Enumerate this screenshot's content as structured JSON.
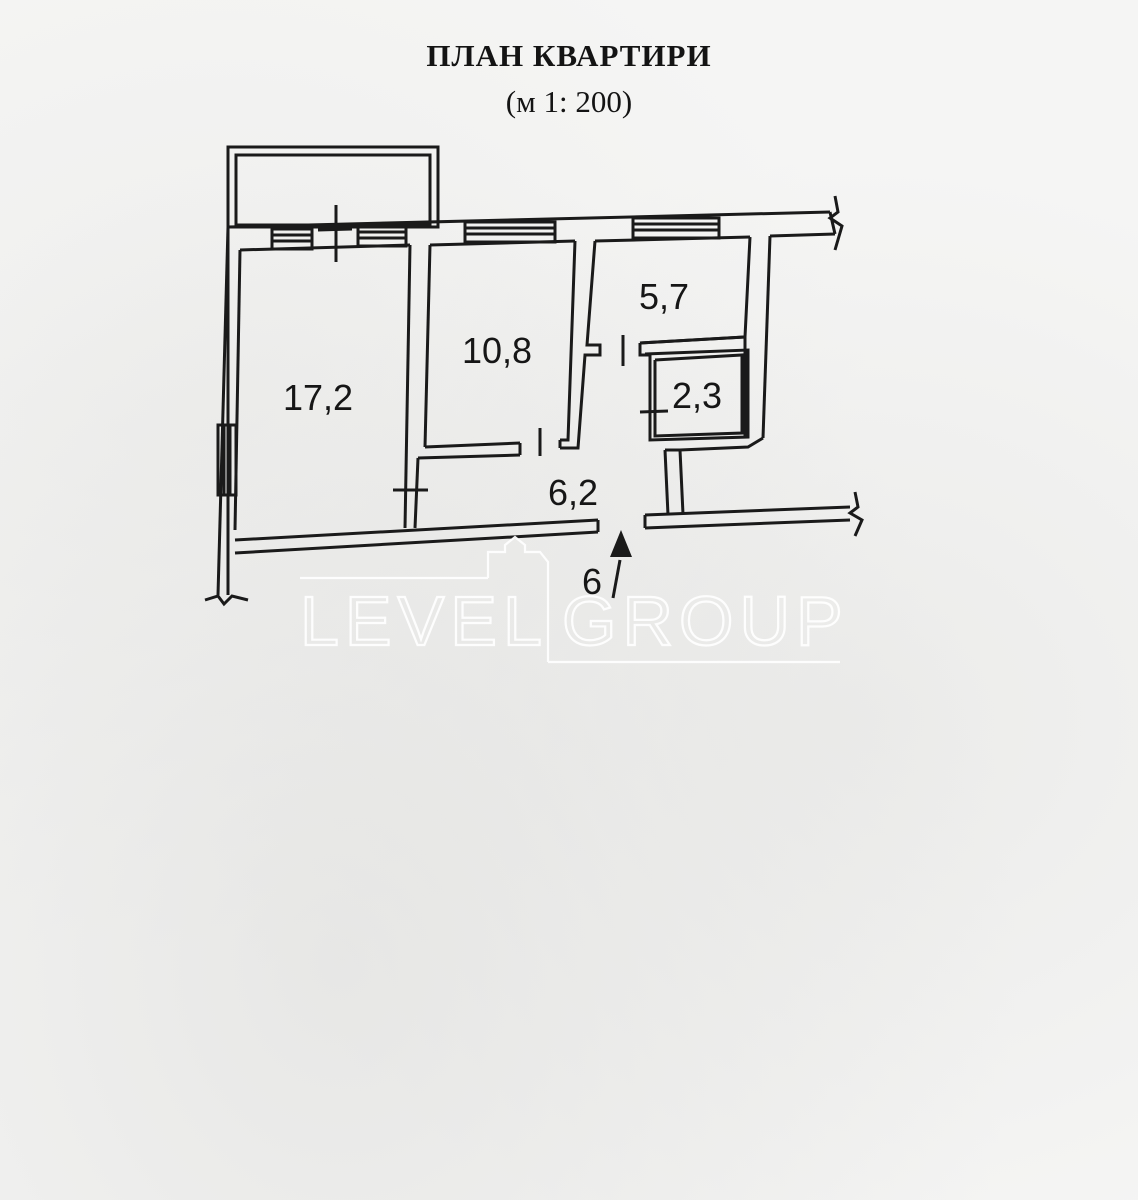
{
  "plan": {
    "title": "ПЛАН КВАРТИРИ",
    "scale": "(м 1: 200)",
    "rooms": [
      {
        "id": "room-1",
        "area": "17,2"
      },
      {
        "id": "room-2",
        "area": "10,8"
      },
      {
        "id": "room-3",
        "area": "5,7"
      },
      {
        "id": "room-4",
        "area": "2,3"
      },
      {
        "id": "hall",
        "area": "6,2"
      }
    ],
    "entrance_label": "6"
  },
  "watermark": {
    "left": "LEVEL",
    "right": "GROUP"
  }
}
